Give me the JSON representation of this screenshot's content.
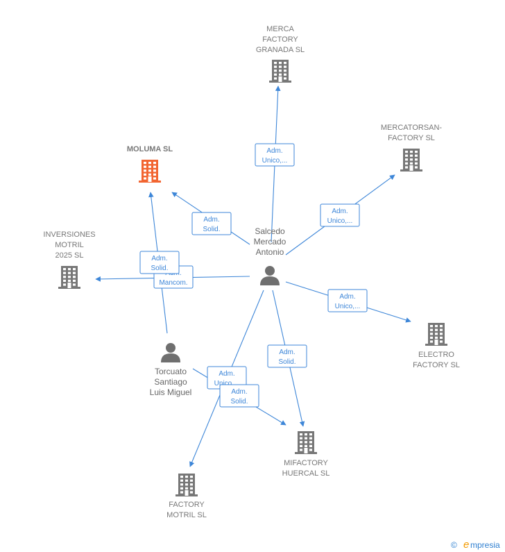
{
  "colors": {
    "edge": "#3d86d8",
    "company": "#777777",
    "focus_company": "#f26531",
    "person": "#6f6f6f"
  },
  "companies": [
    {
      "id": "merca",
      "lines": [
        "MERCA",
        "FACTORY",
        "GRANADA  SL"
      ],
      "icon": "building-icon",
      "focus": false
    },
    {
      "id": "mercatorsan",
      "lines": [
        "MERCATORSAN-",
        "FACTORY  SL"
      ],
      "icon": "building-icon",
      "focus": false
    },
    {
      "id": "moluma",
      "lines": [
        "MOLUMA  SL"
      ],
      "icon": "building-icon",
      "focus": true
    },
    {
      "id": "inversiones",
      "lines": [
        "INVERSIONES",
        "MOTRIL",
        "2025  SL"
      ],
      "icon": "building-icon",
      "focus": false
    },
    {
      "id": "electro",
      "lines": [
        "ELECTRO",
        "FACTORY  SL"
      ],
      "icon": "building-icon",
      "focus": false
    },
    {
      "id": "mifactory",
      "lines": [
        "MIFACTORY",
        "HUERCAL  SL"
      ],
      "icon": "building-icon",
      "focus": false
    },
    {
      "id": "factory_motril",
      "lines": [
        "FACTORY",
        "MOTRIL  SL"
      ],
      "icon": "building-icon",
      "focus": false
    }
  ],
  "persons": [
    {
      "id": "salcedo",
      "lines": [
        "Salcedo",
        "Mercado",
        "Antonio"
      ],
      "icon": "person-icon"
    },
    {
      "id": "torcuato",
      "lines": [
        "Torcuato",
        "Santiago",
        "Luis Miguel"
      ],
      "icon": "person-icon"
    }
  ],
  "edges": [
    {
      "from": "salcedo",
      "to": "merca",
      "label": [
        "Adm.",
        "Unico,..."
      ]
    },
    {
      "from": "salcedo",
      "to": "mercatorsan",
      "label": [
        "Adm.",
        "Unico,..."
      ]
    },
    {
      "from": "salcedo",
      "to": "moluma",
      "label": [
        "Adm.",
        "Solid."
      ]
    },
    {
      "from": "salcedo",
      "to": "inversiones",
      "label": [
        "Adm.",
        "Mancom."
      ]
    },
    {
      "from": "salcedo",
      "to": "electro",
      "label": [
        "Adm.",
        "Unico,..."
      ]
    },
    {
      "from": "salcedo",
      "to": "mifactory",
      "label": [
        "Adm.",
        "Solid."
      ]
    },
    {
      "from": "salcedo",
      "to": "factory_motril",
      "label": [
        "Adm.",
        "Unico,..."
      ]
    },
    {
      "from": "torcuato",
      "to": "moluma",
      "label": [
        "Adm.",
        "Solid."
      ]
    },
    {
      "from": "torcuato",
      "to": "mifactory",
      "label": [
        "Adm.",
        "Solid."
      ]
    }
  ],
  "footer": {
    "copyright": "©",
    "brand_initial": "e",
    "brand_rest": "mpresia"
  }
}
